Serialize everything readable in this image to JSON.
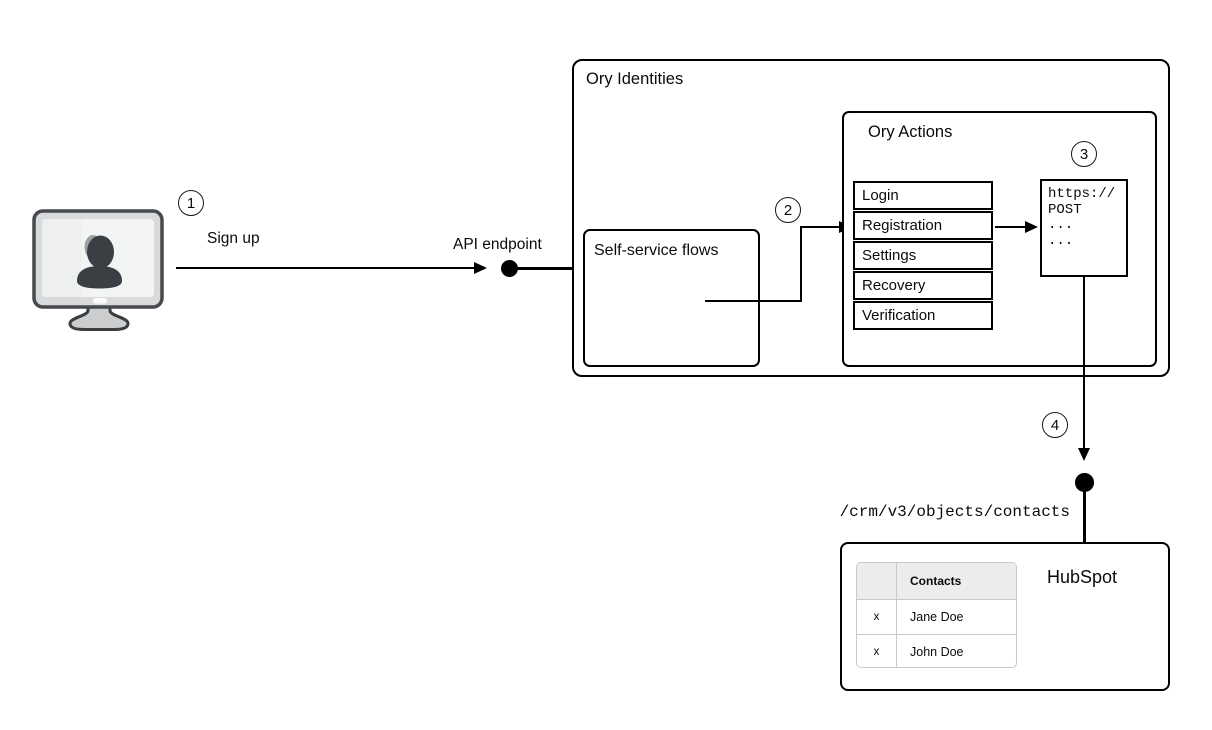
{
  "steps": {
    "one": "1",
    "two": "2",
    "three": "3",
    "four": "4"
  },
  "client": {
    "icon": "monitor-with-user-silhouette",
    "action_label": "Sign up"
  },
  "api_endpoint_label": "API endpoint",
  "ory_identities": {
    "title": "Ory Identities",
    "self_service": {
      "title": "Self-service flows"
    },
    "ory_actions": {
      "title": "Ory Actions",
      "flows": [
        "Login",
        "Registration",
        "Settings",
        "Recovery",
        "Verification"
      ],
      "webhook_code": [
        "https://",
        "POST",
        "...",
        "..."
      ]
    }
  },
  "hubspot": {
    "title": "HubSpot",
    "endpoint_path": "/crm/v3/objects/contacts",
    "table": {
      "header": "Contacts",
      "rows": [
        {
          "mark": "x",
          "name": "Jane Doe"
        },
        {
          "mark": "x",
          "name": "John Doe"
        }
      ]
    }
  },
  "colors": {
    "line": "#000000",
    "box_border": "#000000",
    "hubspot_table_border": "#c9c9c9",
    "hubspot_table_header_bg": "#ececec",
    "monitor_frame": "#d8dadb",
    "monitor_screen": "#f3f4f4",
    "monitor_stroke": "#46494d",
    "silhouette": "#3a3f44",
    "stand_fill": "#cbcdce"
  }
}
